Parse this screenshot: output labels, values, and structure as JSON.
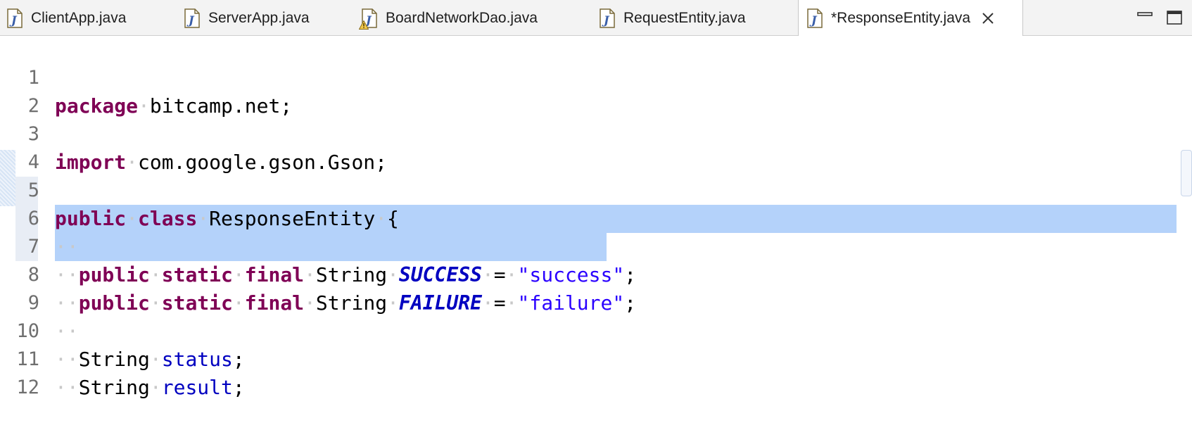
{
  "tabs": [
    {
      "label": "ClientApp.java",
      "icon": "java-file-icon",
      "active": false,
      "warning": false
    },
    {
      "label": "ServerApp.java",
      "icon": "java-file-icon",
      "active": false,
      "warning": false
    },
    {
      "label": "BoardNetworkDao.java",
      "icon": "java-file-icon",
      "active": false,
      "warning": true
    },
    {
      "label": "RequestEntity.java",
      "icon": "java-file-icon",
      "active": false,
      "warning": false
    },
    {
      "label": "*ResponseEntity.java",
      "icon": "java-file-icon",
      "active": true,
      "warning": false
    }
  ],
  "window_controls": {
    "minimize_icon": "minimize-icon",
    "maximize_icon": "maximize-icon"
  },
  "colors": {
    "keyword": "#7f0055",
    "string": "#2a00ff",
    "field": "#0000c0",
    "selection": "#b4d2fa",
    "line_number": "#6f6f6f"
  },
  "editor": {
    "lines": [
      {
        "num": "1"
      },
      {
        "num": "2"
      },
      {
        "num": "3"
      },
      {
        "num": "4"
      },
      {
        "num": "5"
      },
      {
        "num": "6"
      },
      {
        "num": "7"
      },
      {
        "num": "8"
      },
      {
        "num": "9"
      },
      {
        "num": "10"
      },
      {
        "num": "11"
      },
      {
        "num": "12"
      }
    ],
    "code": {
      "l1_kw": "package",
      "l1_rest": "bitcamp.net;",
      "l3_kw": "import",
      "l3_rest": "com.google.gson.Gson;",
      "l5_kw1": "public",
      "l5_kw2": "class",
      "l5_name": "ResponseEntity",
      "l5_brace": "{",
      "l7_kw1": "public",
      "l7_kw2": "static",
      "l7_kw3": "final",
      "l7_type": "String",
      "l7_const": "SUCCESS",
      "l7_eq": "=",
      "l7_str": "\"success\"",
      "l7_semi": ";",
      "l8_kw1": "public",
      "l8_kw2": "static",
      "l8_kw3": "final",
      "l8_type": "String",
      "l8_const": "FAILURE",
      "l8_eq": "=",
      "l8_str": "\"failure\"",
      "l8_semi": ";",
      "l10_type": "String",
      "l10_field": "status",
      "l10_semi": ";",
      "l11_type": "String",
      "l11_field": "result",
      "l11_semi": ";"
    }
  }
}
